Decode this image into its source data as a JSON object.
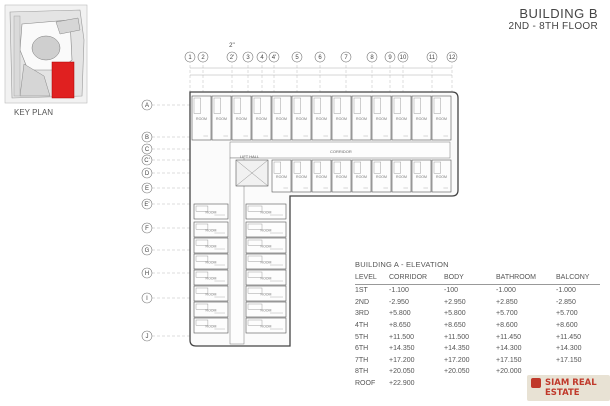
{
  "header": {
    "building": "BUILDING B",
    "floor": "2ND - 8TH FLOOR"
  },
  "key_plan": {
    "label": "KEY PLAN",
    "highlight_color": "#e02020"
  },
  "grid": {
    "columns": [
      "1",
      "2",
      "2'",
      "3",
      "4",
      "4'",
      "5",
      "6",
      "7",
      "8",
      "9",
      "10",
      "11",
      "12"
    ],
    "top_column": "2''",
    "rows": [
      "A",
      "B",
      "C",
      "C'",
      "D",
      "E",
      "E'",
      "F",
      "G",
      "H",
      "I",
      "J"
    ]
  },
  "plan": {
    "room_label": "ROOM",
    "corridor_label": "CORRIDOR",
    "lift_label": "LIFT HALL"
  },
  "elevation": {
    "title": "BUILDING A - ELEVATION",
    "headers": [
      "LEVEL",
      "CORRIDOR",
      "BODY",
      "BATHROOM",
      "BALCONY"
    ],
    "rows": [
      [
        "1ST",
        "-1.100",
        "-100",
        "-1.000",
        "-1.000"
      ],
      [
        "2ND",
        "-2.950",
        "+2.950",
        "+2.850",
        "-2.850"
      ],
      [
        "3RD",
        "+5.800",
        "+5.800",
        "+5.700",
        "+5.700"
      ],
      [
        "4TH",
        "+8.650",
        "+8.650",
        "+8.600",
        "+8.600"
      ],
      [
        "5TH",
        "+11.500",
        "+11.500",
        "+11.450",
        "+11.450"
      ],
      [
        "6TH",
        "+14.350",
        "+14.350",
        "+14.300",
        "+14.300"
      ],
      [
        "7TH",
        "+17.200",
        "+17.200",
        "+17.150",
        "+17.150"
      ],
      [
        "8TH",
        "+20.050",
        "+20.050",
        "+20.000",
        ""
      ],
      [
        "ROOF",
        "+22.900",
        "",
        "",
        ""
      ]
    ]
  },
  "watermark": {
    "text": "SIAM REAL ESTATE",
    "color": "#c0392b"
  }
}
